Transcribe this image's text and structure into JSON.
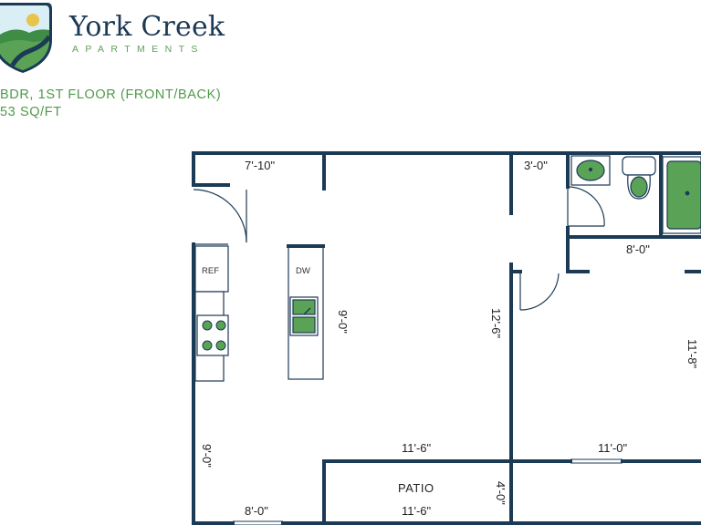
{
  "brand": {
    "name": "York Creek",
    "subtitle": "APARTMENTS",
    "colors": {
      "navy": "#1b3a55",
      "green": "#5aa356",
      "wall": "#1b3a55",
      "fixture_fill": "#5aa356"
    }
  },
  "plan": {
    "title_line1": "BDR, 1ST FLOOR (FRONT/BACK)",
    "title_line2": "53 SQ/FT"
  },
  "labels": {
    "ref": "REF",
    "dw": "DW",
    "patio": "PATIO"
  },
  "dimensions": {
    "kitchen_top": "7'-10\"",
    "bath_width": "3'-0\"",
    "bedroom_top": "8'-0\"",
    "island_vertical": "9'-0\"",
    "living_vertical": "12'-6\"",
    "bedroom_vertical": "11'-8\"",
    "living_bottom": "11'-6\"",
    "bedroom_bottom": "11'-0\"",
    "dining_vertical": "9'-0\"",
    "patio_vertical": "4'-0\"",
    "patio_width": "11'-6\"",
    "dining_bottom": "8'-0\""
  }
}
